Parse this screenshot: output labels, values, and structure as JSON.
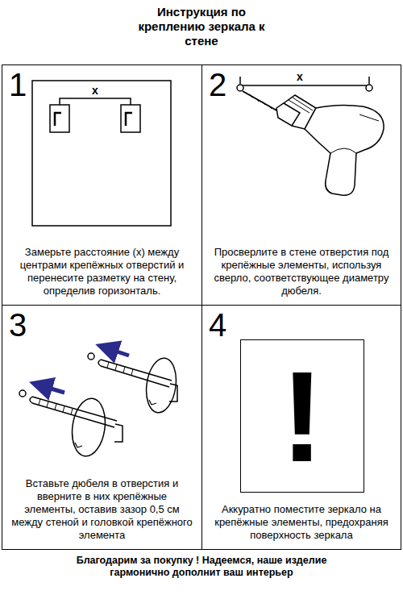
{
  "diagram": {
    "title": "Инструкция по креплению зеркала к стене",
    "caption": "Благодарим за покупку ! Надеемся, наше изделие гармонично дополнит ваш интерьер",
    "nodes": [
      {
        "text": [
          "1",
          "Замерьте расстояние (х) между центрами крепёжных отверстий и перенесите разметку на стену, определив горизонталь."
        ]
      },
      {
        "text": [
          "2",
          "Просверлите в стене отверстия под крепёжные элементы, используя сверло, соответствующее диаметру дюбеля."
        ]
      },
      {
        "text": [
          "3",
          "Вставьте дюбеля в отверстия и вверните в них крепёжные элементы, оставив зазор 0,5 см между стеной и головкой крепёжного элемента"
        ]
      },
      {
        "text": [
          "4",
          "Аккуратно поместите зеркало на крепёжные элементы, предохраняя поверхность зеркала"
        ]
      },
      {
        "text": [
          "!"
        ],
        "in": 3
      }
    ],
    "labels": [
      "x",
      "x"
    ]
  }
}
